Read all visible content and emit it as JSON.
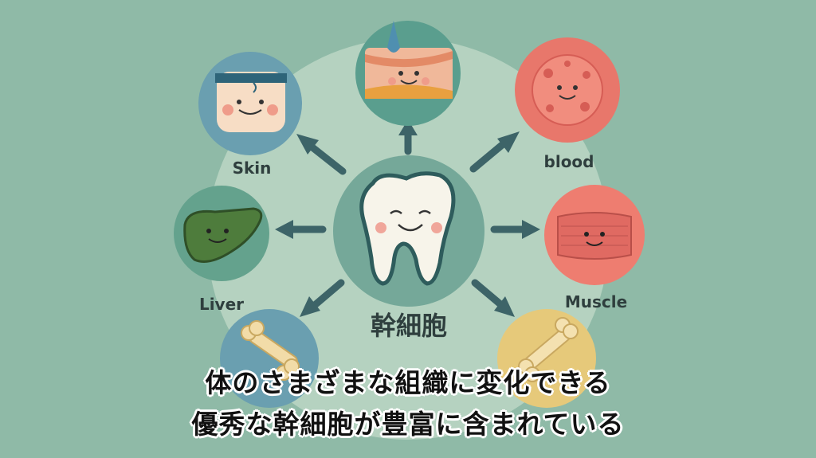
{
  "center": {
    "label": "幹細胞"
  },
  "nodes": {
    "skin": "Skin",
    "blood": "blood",
    "liver": "Liver",
    "muscle": "Muscle"
  },
  "caption": {
    "line1": "体のさまざまな組織に変化できる",
    "line2": "優秀な幹細胞が豊富に含まれている"
  },
  "colors": {
    "background": "#8fbaa7",
    "ring": "#b5d2c0",
    "arrow": "#3d6468",
    "skin_circle": "#6a9fb0",
    "tissue_circle": "#5a9e8e",
    "blood_circle": "#e8776b",
    "liver_circle": "#64a28d",
    "muscle_circle": "#ee7d70",
    "bone_circle": "#e6c97a",
    "tooth_circle": "#75a899"
  }
}
